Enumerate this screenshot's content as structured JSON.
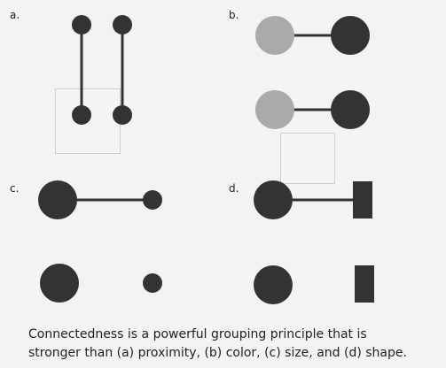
{
  "figure": {
    "panels": [
      {
        "label": "a.",
        "concept": "proximity"
      },
      {
        "label": "b.",
        "concept": "color"
      },
      {
        "label": "c.",
        "concept": "size"
      },
      {
        "label": "d.",
        "concept": "shape"
      }
    ],
    "caption": {
      "line1": "Connectedness is a powerful grouping principle that is",
      "line2": "stronger than (a) proximity, (b) color, (c) size, and (d) shape."
    },
    "colors": {
      "dark": "#333333",
      "gray": "#aaaaaa",
      "background": "#f3f3f3"
    }
  }
}
